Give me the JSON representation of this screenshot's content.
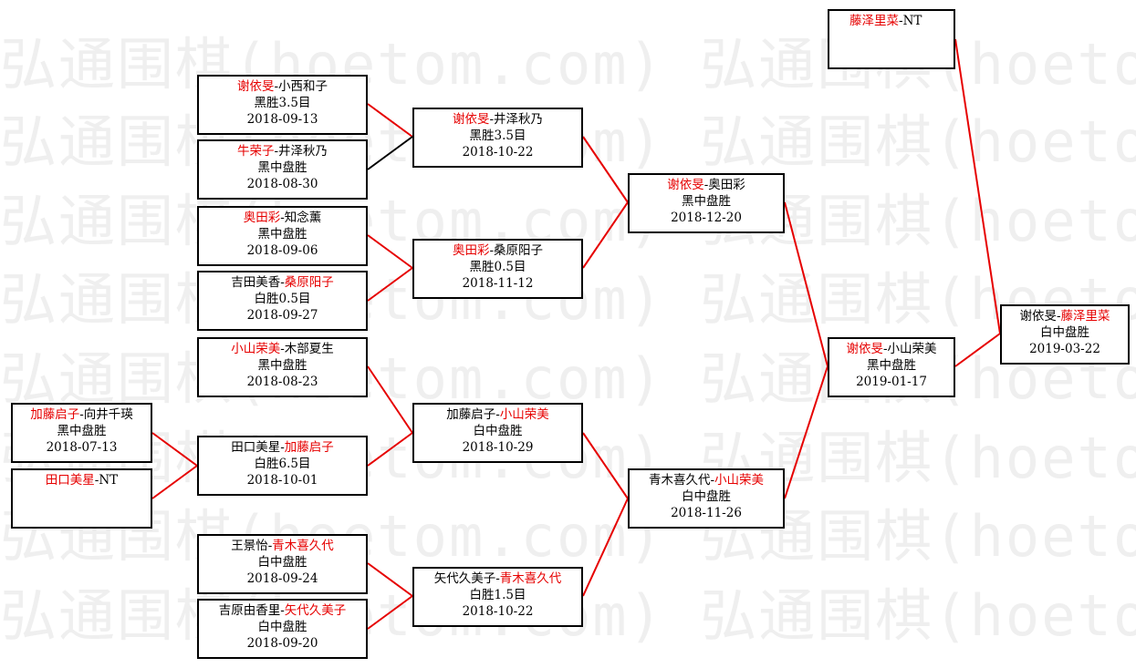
{
  "watermark": "弘通围棋(hoetom.com) 弘通围棋(hoetom.com)",
  "colors": {
    "winner": "#e60000",
    "line_win": "#e60000",
    "line_loss": "#000000"
  },
  "matches": {
    "m1": {
      "p1": "加藤启子",
      "sep": "-",
      "p2": "向井千瑛",
      "result": "黑中盘胜",
      "date": "2018-07-13",
      "winner": 1
    },
    "m2": {
      "p1": "田口美星",
      "sep": "-",
      "p2": "NT",
      "result": "",
      "date": "",
      "winner": 1
    },
    "r1a": {
      "p1": "谢依旻",
      "sep": "-",
      "p2": "小西和子",
      "result": "黑胜3.5目",
      "date": "2018-09-13",
      "winner": 1
    },
    "r1b": {
      "p1": "牛荣子",
      "sep": "-",
      "p2": "井泽秋乃",
      "result": "黑中盘胜",
      "date": "2018-08-30",
      "winner": 1
    },
    "r1c": {
      "p1": "奥田彩",
      "sep": "-",
      "p2": "知念薰",
      "result": "黑中盘胜",
      "date": "2018-09-06",
      "winner": 1
    },
    "r1d": {
      "p1": "吉田美香",
      "sep": "-",
      "p2": "桑原阳子",
      "result": "白胜0.5目",
      "date": "2018-09-27",
      "winner": 2
    },
    "r1e": {
      "p1": "小山荣美",
      "sep": "-",
      "p2": "木部夏生",
      "result": "黑中盘胜",
      "date": "2018-08-23",
      "winner": 1
    },
    "r1f": {
      "p1": "田口美星",
      "sep": "-",
      "p2": "加藤启子",
      "result": "白胜6.5目",
      "date": "2018-10-01",
      "winner": 2
    },
    "r1g": {
      "p1": "王景怡",
      "sep": "-",
      "p2": "青木喜久代",
      "result": "白中盘胜",
      "date": "2018-09-24",
      "winner": 2
    },
    "r1h": {
      "p1": "吉原由香里",
      "sep": "-",
      "p2": "矢代久美子",
      "result": "白中盘胜",
      "date": "2018-09-20",
      "winner": 2
    },
    "r2a": {
      "p1": "谢依旻",
      "sep": "-",
      "p2": "井泽秋乃",
      "result": "黑胜3.5目",
      "date": "2018-10-22",
      "winner": 1
    },
    "r2b": {
      "p1": "奥田彩",
      "sep": "-",
      "p2": "桑原阳子",
      "result": "黑胜0.5目",
      "date": "2018-11-12",
      "winner": 1
    },
    "r2c": {
      "p1": "加藤启子",
      "sep": "-",
      "p2": "小山荣美",
      "result": "白中盘胜",
      "date": "2018-10-29",
      "winner": 2
    },
    "r2d": {
      "p1": "矢代久美子",
      "sep": "-",
      "p2": "青木喜久代",
      "result": "白胜1.5目",
      "date": "2018-10-22",
      "winner": 2
    },
    "r3a": {
      "p1": "谢依旻",
      "sep": "-",
      "p2": "奥田彩",
      "result": "黑中盘胜",
      "date": "2018-12-20",
      "winner": 1
    },
    "r3b": {
      "p1": "青木喜久代",
      "sep": "-",
      "p2": "小山荣美",
      "result": "白中盘胜",
      "date": "2018-11-26",
      "winner": 2
    },
    "semi": {
      "p1": "谢依旻",
      "sep": "-",
      "p2": "小山荣美",
      "result": "黑中盘胜",
      "date": "2019-01-17",
      "winner": 1
    },
    "seed": {
      "p1": "藤泽里菜",
      "sep": "-",
      "p2": "NT",
      "result": "",
      "date": "",
      "winner": 1
    },
    "final": {
      "p1": "谢依旻",
      "sep": "-",
      "p2": "藤泽里菜",
      "result": "白中盘胜",
      "date": "2019-03-22",
      "winner": 2
    }
  }
}
